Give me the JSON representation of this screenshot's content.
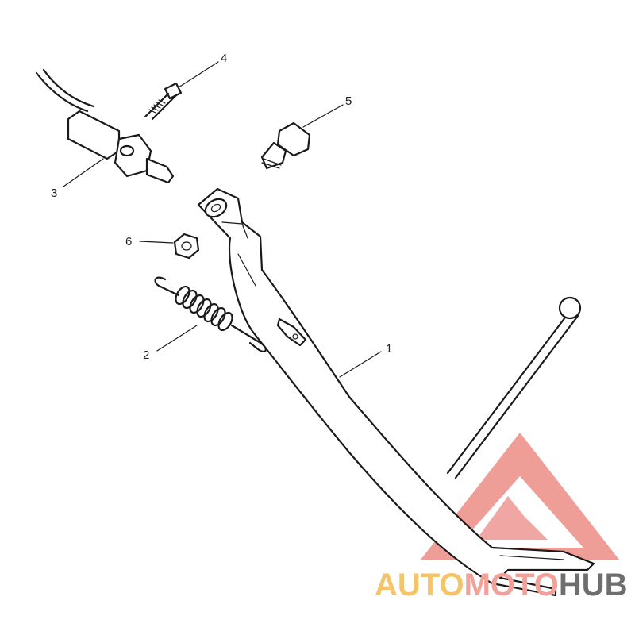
{
  "callouts": {
    "part1": "1",
    "part2": "2",
    "part3": "3",
    "part4": "4",
    "part5": "5",
    "part6": "6"
  },
  "watermark": {
    "word_a": "AUTO",
    "word_b": "MOTO",
    "word_c": "HUB",
    "colors": {
      "a": "#f5c36a",
      "b": "#f2a09a",
      "c": "#6e6e6e",
      "logo": "#ec8c86"
    }
  }
}
